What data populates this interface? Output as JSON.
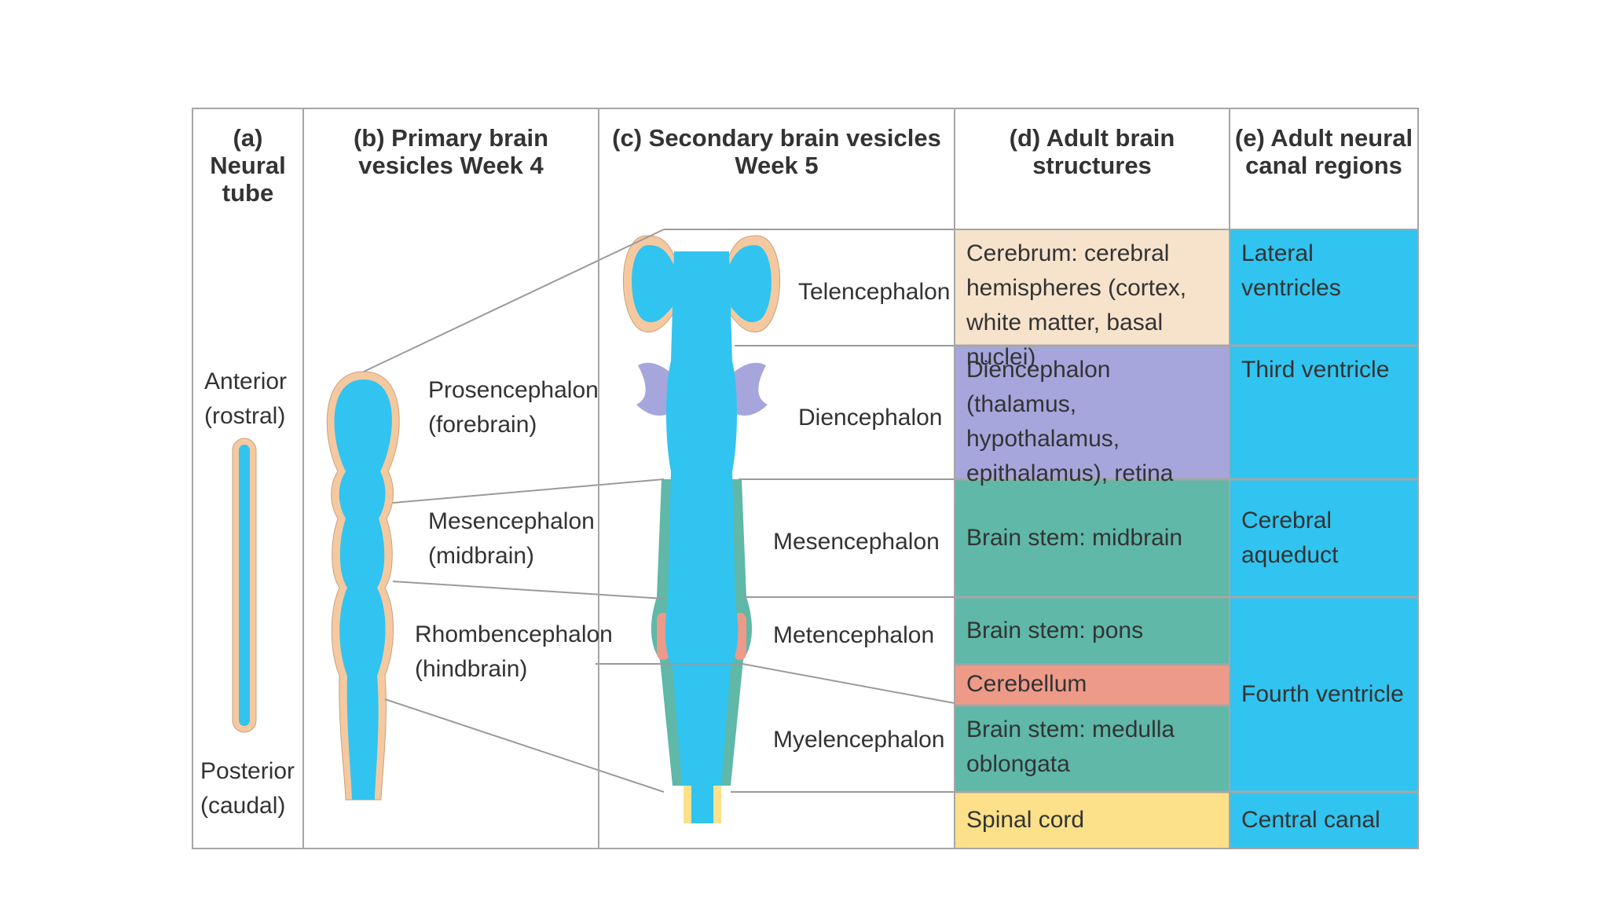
{
  "headers": {
    "neural_tube": "(a) Neural tube",
    "primary": "(b) Primary brain vesicles Week 4",
    "secondary": "(c) Secondary brain vesicles Week 5",
    "adult_structures": "(d) Adult brain structures",
    "adult_canal": "(e) Adult neural canal regions"
  },
  "neural_tube": {
    "anterior": "Anterior (rostral)",
    "posterior": "Posterior (caudal)"
  },
  "primary_vesicles": [
    "Prosencephalon (forebrain)",
    "Mesencephalon (midbrain)",
    "Rhombencephalon (hindbrain)"
  ],
  "secondary_vesicles": [
    "Telencephalon",
    "Diencephalon",
    "Mesencephalon",
    "Metencephalon",
    "Myelencephalon"
  ],
  "adult_structures": [
    {
      "text": "Cerebrum: cerebral hemispheres (cortex, white matter, basal nuclei)",
      "color": "#F7E3CC"
    },
    {
      "text": "Diencephalon (thalamus, hypothalamus, epithalamus), retina",
      "color": "#A6A6DD"
    },
    {
      "text": "Brain stem: midbrain",
      "color": "#5FB8A8"
    },
    {
      "text": "Brain stem: pons",
      "color": "#5FB8A8"
    },
    {
      "text": "Cerebellum",
      "color": "#EE9A88"
    },
    {
      "text": "Brain stem: medulla oblongata",
      "color": "#5FB8A8"
    },
    {
      "text": "Spinal cord",
      "color": "#FCE08A"
    }
  ],
  "canal_regions": [
    {
      "text": "Lateral ventricles"
    },
    {
      "text": "Third ventricle"
    },
    {
      "text": "Cerebral aqueduct"
    },
    {
      "text": "Fourth ventricle"
    },
    {
      "text": "Central canal"
    }
  ],
  "colors": {
    "ventricle_blue": "#31C4F0",
    "neural_wall": "#F5C9A0",
    "border": "#A6A6A6"
  }
}
